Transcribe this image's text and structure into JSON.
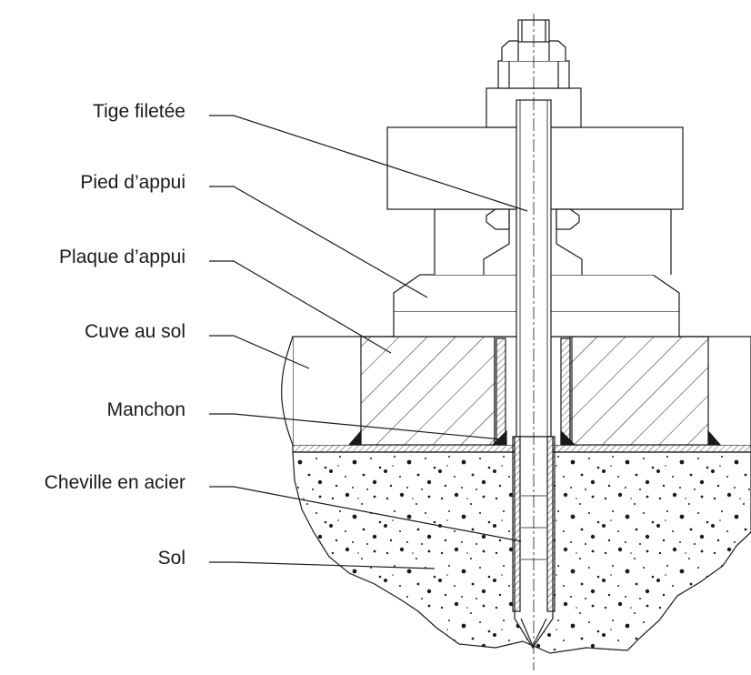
{
  "labels": [
    {
      "id": "tige",
      "text": "Tige filetée"
    },
    {
      "id": "pied",
      "text": "Pied d’appui"
    },
    {
      "id": "plaque",
      "text": "Plaque d’appui"
    },
    {
      "id": "cuve",
      "text": "Cuve au sol"
    },
    {
      "id": "manchon",
      "text": "Manchon"
    },
    {
      "id": "cheville",
      "text": "Cheville en acier"
    },
    {
      "id": "sol",
      "text": "Sol"
    }
  ],
  "colors": {
    "line": "#1a1a1a",
    "background": "#ffffff"
  }
}
